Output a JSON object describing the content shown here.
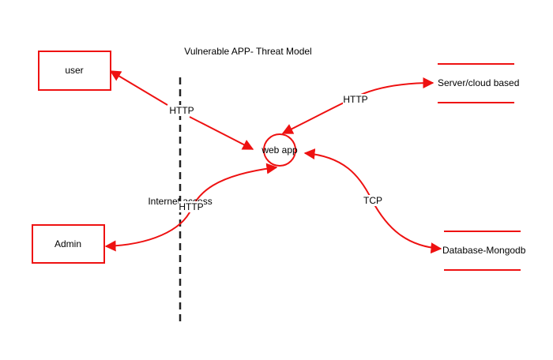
{
  "diagram": {
    "title": "Vulnerable APP- Threat Model",
    "accent_color": "#ee1111",
    "boundary_color": "#222222",
    "nodes": {
      "user": "user",
      "admin": "Admin",
      "web_app": "web app",
      "server": "Server/cloud based",
      "database": "Database-Mongodb"
    },
    "boundary_label": "Internet access",
    "edges": {
      "user_web_app": "HTTP",
      "admin_web_app": "HTTP",
      "web_app_server": "HTTP",
      "web_app_database": "TCP"
    }
  }
}
